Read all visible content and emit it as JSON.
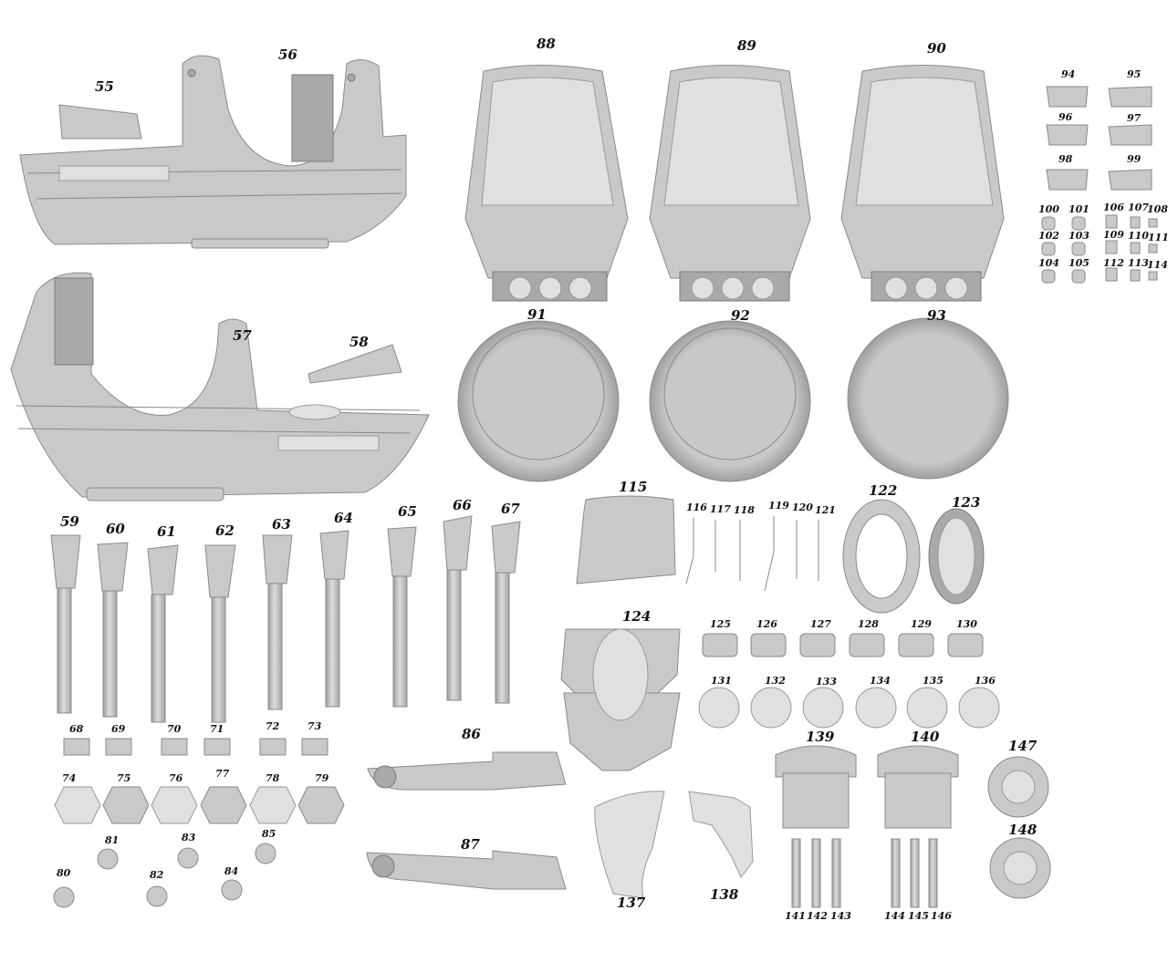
{
  "sheet": {
    "part_numbers": {
      "p55": "55",
      "p56": "56",
      "p57": "57",
      "p58": "58",
      "p59": "59",
      "p60": "60",
      "p61": "61",
      "p62": "62",
      "p63": "63",
      "p64": "64",
      "p65": "65",
      "p66": "66",
      "p67": "67",
      "p68": "68",
      "p69": "69",
      "p70": "70",
      "p71": "71",
      "p72": "72",
      "p73": "73",
      "p74": "74",
      "p75": "75",
      "p76": "76",
      "p77": "77",
      "p78": "78",
      "p79": "79",
      "p80": "80",
      "p81": "81",
      "p82": "82",
      "p83": "83",
      "p84": "84",
      "p85": "85",
      "p86": "86",
      "p87": "87",
      "p88": "88",
      "p89": "89",
      "p90": "90",
      "p91": "91",
      "p92": "92",
      "p93": "93",
      "p94": "94",
      "p95": "95",
      "p96": "96",
      "p97": "97",
      "p98": "98",
      "p99": "99",
      "p100": "100",
      "p101": "101",
      "p102": "102",
      "p103": "103",
      "p104": "104",
      "p105": "105",
      "p106": "106",
      "p107": "107",
      "p108": "108",
      "p109": "109",
      "p110": "110",
      "p111": "111",
      "p112": "112",
      "p113": "113",
      "p114": "114",
      "p115": "115",
      "p116": "116",
      "p117": "117",
      "p118": "118",
      "p119": "119",
      "p120": "120",
      "p121": "121",
      "p122": "122",
      "p123": "123",
      "p124": "124",
      "p125": "125",
      "p126": "126",
      "p127": "127",
      "p128": "128",
      "p129": "129",
      "p130": "130",
      "p131": "131",
      "p132": "132",
      "p133": "133",
      "p134": "134",
      "p135": "135",
      "p136": "136",
      "p137": "137",
      "p138": "138",
      "p139": "139",
      "p140": "140",
      "p141": "141",
      "p142": "142",
      "p143": "143",
      "p144": "144",
      "p145": "145",
      "p146": "146",
      "p147": "147",
      "p148": "148"
    }
  }
}
